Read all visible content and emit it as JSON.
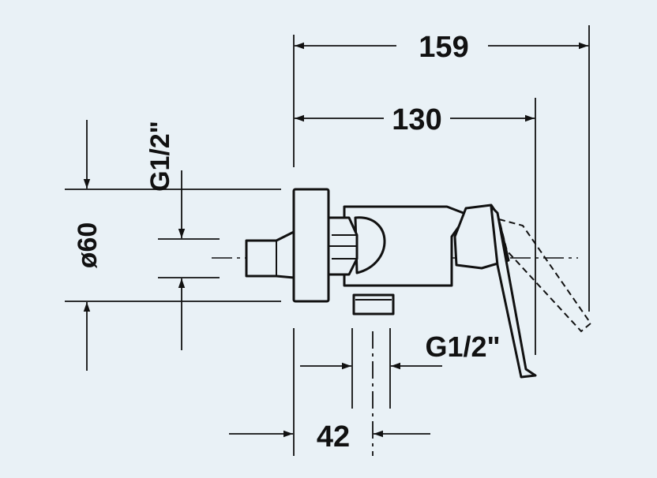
{
  "colors": {
    "background": "#e9f1f6",
    "ink": "#111111"
  },
  "dimensions": {
    "overall_length": "159",
    "handle_length": "130",
    "inlet_thread": "G1/2\"",
    "outlet_thread": "G1/2\"",
    "rosette_diameter": "ø60",
    "outlet_offset": "42"
  }
}
